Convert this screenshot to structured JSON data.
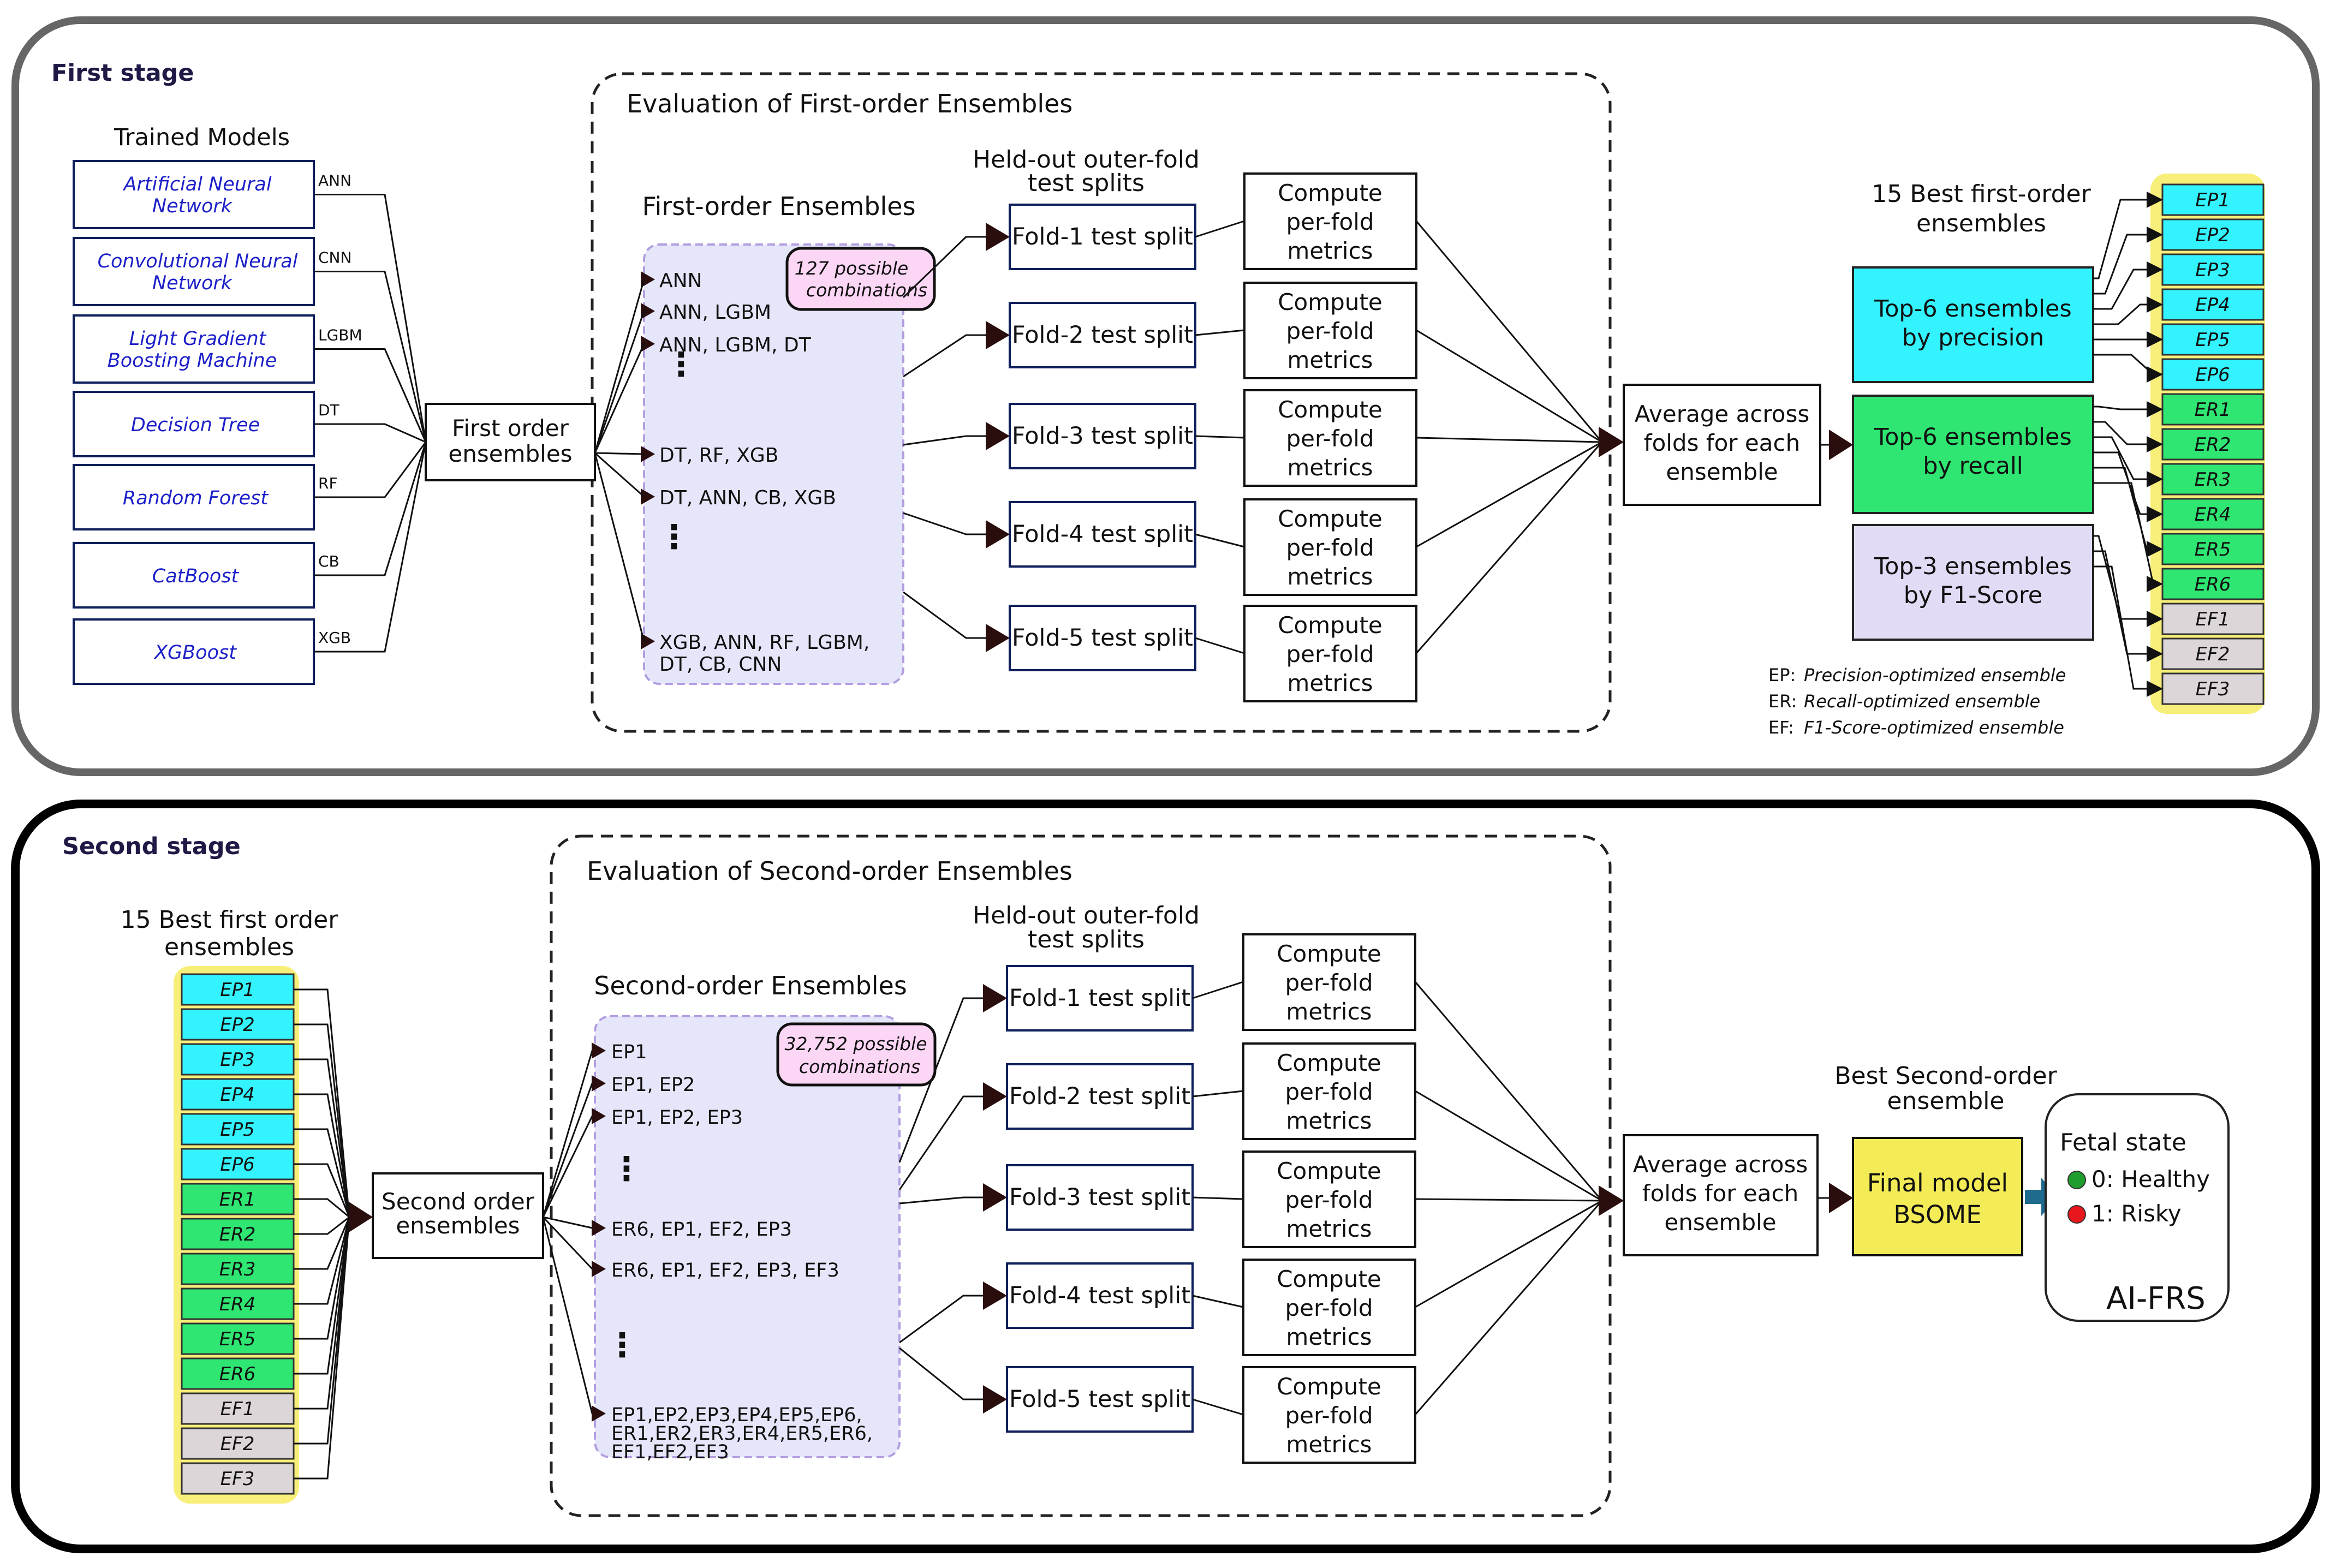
{
  "stage1": {
    "title": "First stage",
    "trained_models_title": "Trained Models",
    "models": [
      {
        "name": [
          "Artificial Neural",
          "Network"
        ],
        "abbr": "ANN"
      },
      {
        "name": [
          "Convolutional Neural",
          "Network"
        ],
        "abbr": "CNN"
      },
      {
        "name": [
          "Light Gradient",
          "Boosting Machine"
        ],
        "abbr": "LGBM"
      },
      {
        "name": [
          "Decision Tree"
        ],
        "abbr": "DT"
      },
      {
        "name": [
          "Random Forest"
        ],
        "abbr": "RF"
      },
      {
        "name": [
          "CatBoost"
        ],
        "abbr": "CB"
      },
      {
        "name": [
          "XGBoost"
        ],
        "abbr": "XGB"
      }
    ],
    "combiner": [
      "First order",
      "ensembles"
    ],
    "eval_title": "Evaluation of First-order Ensembles",
    "ensembles_title": "First-order Ensembles",
    "combinations": [
      "127 possible",
      "combinations"
    ],
    "ensemble_items": [
      [
        "ANN"
      ],
      [
        "ANN, LGBM"
      ],
      [
        "ANN, LGBM, DT"
      ],
      [
        "DT, RF, XGB"
      ],
      [
        "DT, ANN, CB, XGB"
      ],
      [
        "XGB, ANN, RF, LGBM,",
        "DT, CB, CNN"
      ]
    ],
    "heldout_title": [
      "Held-out outer-fold",
      "test splits"
    ],
    "folds": [
      "Fold-1 test split",
      "Fold-2 test split",
      "Fold-3 test split",
      "Fold-4 test split",
      "Fold-5 test split"
    ],
    "metric": [
      "Compute",
      "per-fold",
      "metrics"
    ],
    "average": [
      "Average across",
      "folds for each",
      "ensemble"
    ],
    "best_title": [
      "15 Best first-order",
      "ensembles"
    ],
    "groups": [
      {
        "label": [
          "Top-6 ensembles",
          "by precision"
        ],
        "color": "#33f3ff"
      },
      {
        "label": [
          "Top-6 ensembles",
          "by recall"
        ],
        "color": "#2ee671"
      },
      {
        "label": [
          "Top-3 ensembles",
          "by F1-Score"
        ],
        "color": "#e2dbf6"
      }
    ],
    "best_list": [
      "EP1",
      "EP2",
      "EP3",
      "EP4",
      "EP5",
      "EP6",
      "ER1",
      "ER2",
      "ER3",
      "ER4",
      "ER5",
      "ER6",
      "EF1",
      "EF2",
      "EF3"
    ],
    "legend": [
      {
        "key": "EP:",
        "text": "Precision-optimized ensemble"
      },
      {
        "key": "ER:",
        "text": "Recall-optimized ensemble"
      },
      {
        "key": "EF:",
        "text": "F1-Score-optimized ensemble"
      }
    ]
  },
  "stage2": {
    "title": "Second stage",
    "best_title": [
      "15 Best first order",
      "ensembles"
    ],
    "combiner": [
      "Second order",
      "ensembles"
    ],
    "eval_title": "Evaluation of Second-order Ensembles",
    "ensembles_title": "Second-order Ensembles",
    "combinations": [
      "32,752 possible",
      "combinations"
    ],
    "ensemble_items": [
      [
        "EP1"
      ],
      [
        "EP1, EP2"
      ],
      [
        "EP1, EP2, EP3"
      ],
      [
        "ER6, EP1, EF2, EP3"
      ],
      [
        "ER6, EP1, EF2, EP3, EF3"
      ],
      [
        "EP1,EP2,EP3,EP4,EP5,EP6,",
        "ER1,ER2,ER3,ER4,ER5,ER6,",
        "EF1,EF2,EF3"
      ]
    ],
    "heldout_title": [
      "Held-out outer-fold",
      "test splits"
    ],
    "folds": [
      "Fold-1 test split",
      "Fold-2 test split",
      "Fold-3 test split",
      "Fold-4 test split",
      "Fold-5 test split"
    ],
    "metric": [
      "Compute",
      "per-fold",
      "metrics"
    ],
    "average": [
      "Average across",
      "folds for each",
      "ensemble"
    ],
    "best_second_title": [
      "Best Second-order",
      "ensemble"
    ],
    "final_model": [
      "Final model",
      "BSOME"
    ],
    "output": {
      "title": "Fetal state",
      "states": [
        {
          "text": "0: Healthy",
          "color": "#1f9e2d"
        },
        {
          "text": "1: Risky",
          "color": "#e8161d"
        }
      ],
      "system": "AI-FRS"
    }
  },
  "colors": {
    "ep": "#33f3ff",
    "er": "#2ee671",
    "ef": "#ddd6d9",
    "highlight": "#f8ef7a",
    "ensemble_pool": "#e6e6fb",
    "combination_badge": "#fbd6f5",
    "final_model": "#f4ec57",
    "arrow": "#2a0d0d",
    "model_text": "#1d20c9"
  }
}
